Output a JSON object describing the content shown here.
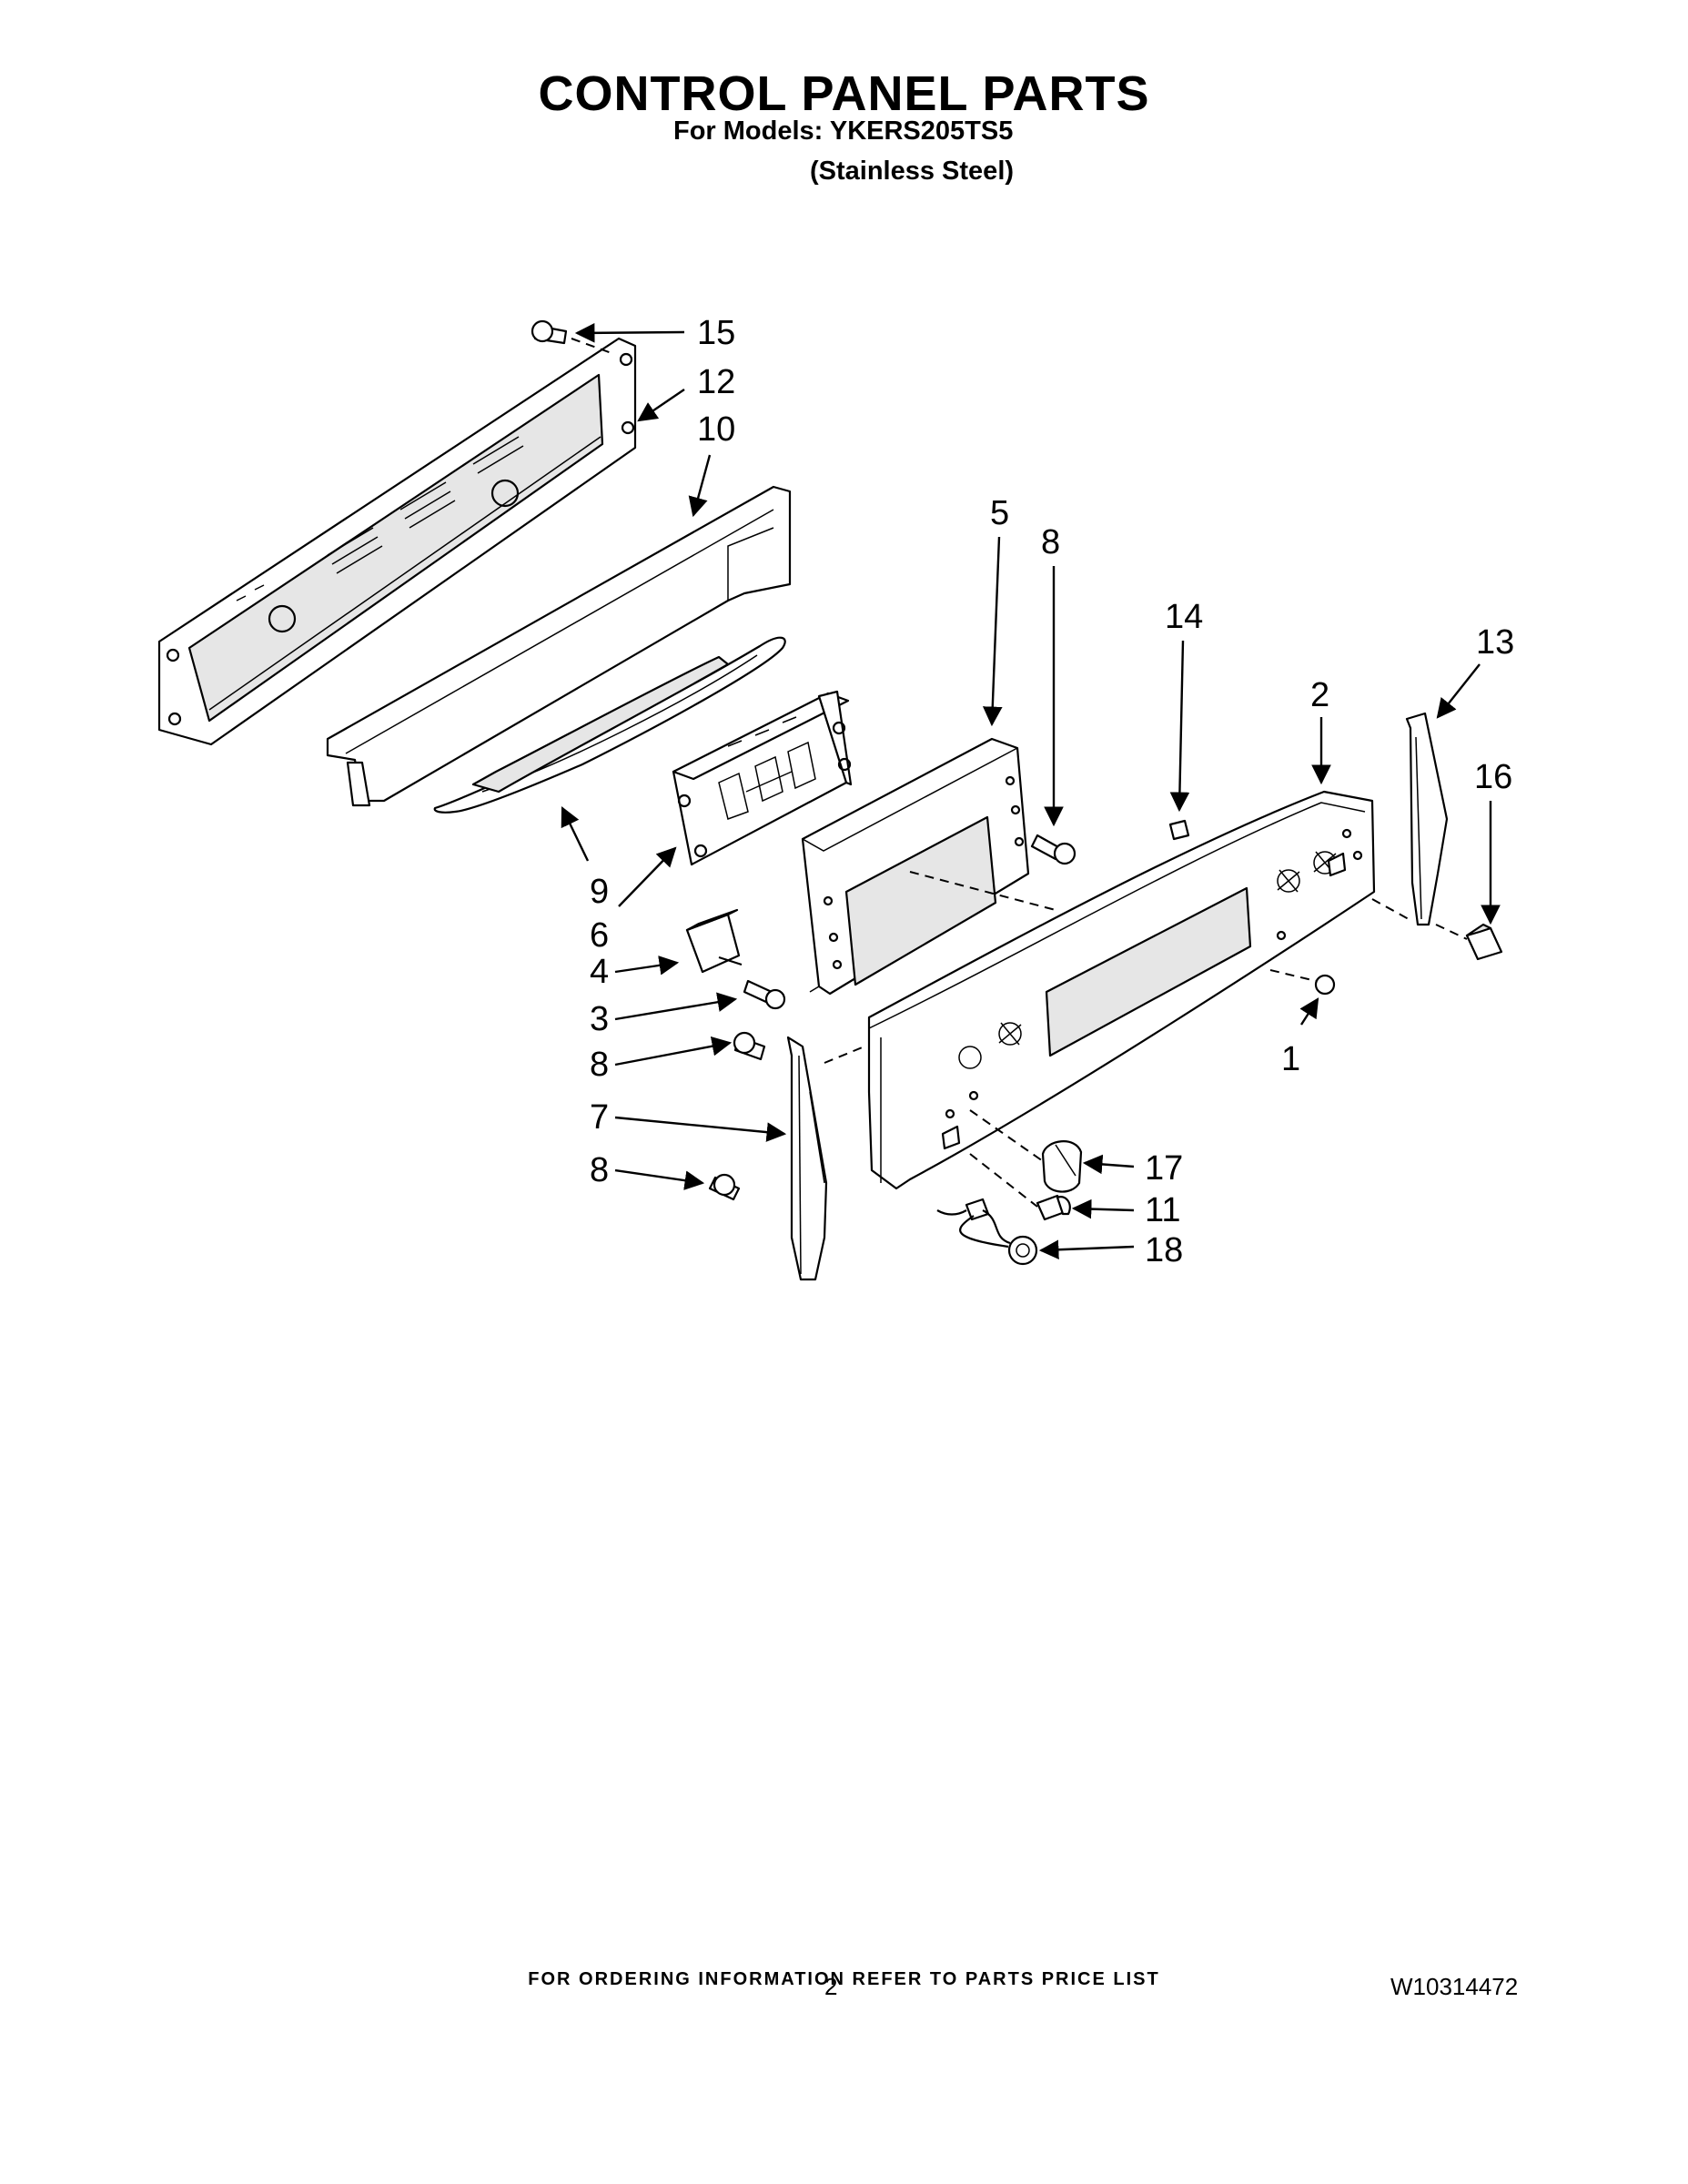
{
  "header": {
    "title": "CONTROL PANEL PARTS",
    "models": "For Models: YKERS205TS5",
    "finish": "(Stainless Steel)"
  },
  "callouts": {
    "c1": "1",
    "c2": "2",
    "c3": "3",
    "c4": "4",
    "c5": "5",
    "c6": "6",
    "c7": "7",
    "c8a": "8",
    "c8b": "8",
    "c8c": "8",
    "c9": "9",
    "c10": "10",
    "c11": "11",
    "c12": "12",
    "c13": "13",
    "c14": "14",
    "c15": "15",
    "c16": "16",
    "c17": "17",
    "c18": "18"
  },
  "footer": {
    "ordering_note": "FOR ORDERING INFORMATION REFER TO PARTS PRICE LIST",
    "page_number": "2",
    "document_id": "W10314472"
  }
}
